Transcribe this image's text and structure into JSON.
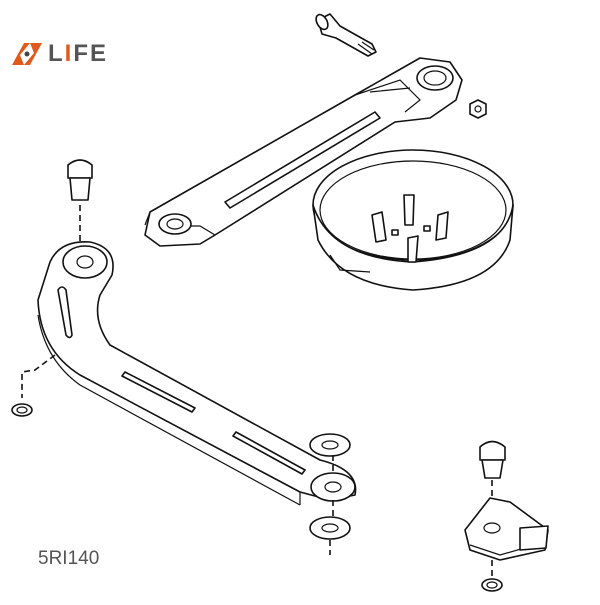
{
  "logo": {
    "text_before": "L",
    "text_accent": "I",
    "text_after": "FE",
    "accent_color": "#e05a1c",
    "text_color": "#555555"
  },
  "part_code": "5RI140"
}
